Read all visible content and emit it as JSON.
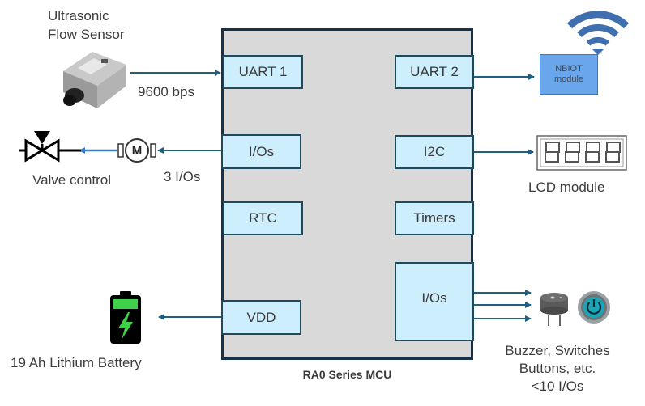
{
  "mcu": {
    "title": "RA0 Series MCU",
    "blocks": {
      "uart1": "UART 1",
      "uart2": "UART 2",
      "ios_left": "I/Os",
      "i2c": "I2C",
      "rtc": "RTC",
      "timers": "Timers",
      "vdd": "VDD",
      "ios_right": "I/Os"
    }
  },
  "peripherals": {
    "flow_sensor": {
      "label_line1": "Ultrasonic",
      "label_line2": "Flow Sensor",
      "link_label": "9600 bps"
    },
    "valve": {
      "label": "Valve control",
      "link_label": "3 I/Os",
      "motor_symbol": "M"
    },
    "battery": {
      "label": "19 Ah Lithium  Battery"
    },
    "nbiot": {
      "line1": "NBIOT",
      "line2": "module"
    },
    "lcd": {
      "label": "LCD module",
      "digits": "8888"
    },
    "io_devices": {
      "line1": "Buzzer, Switches",
      "line2": "Buttons, etc.",
      "line3": "<10 I/Os"
    }
  },
  "colors": {
    "wire": "#1f5f80",
    "block_fill": "#cdeefc",
    "mcu_fill": "#d9d9d9",
    "mcu_border": "#15324a",
    "nbiot_fill": "#6aa6ec",
    "wifi": "#3f6fae",
    "battery_green": "#3fd14a",
    "button_teal": "#1aa6b7"
  }
}
